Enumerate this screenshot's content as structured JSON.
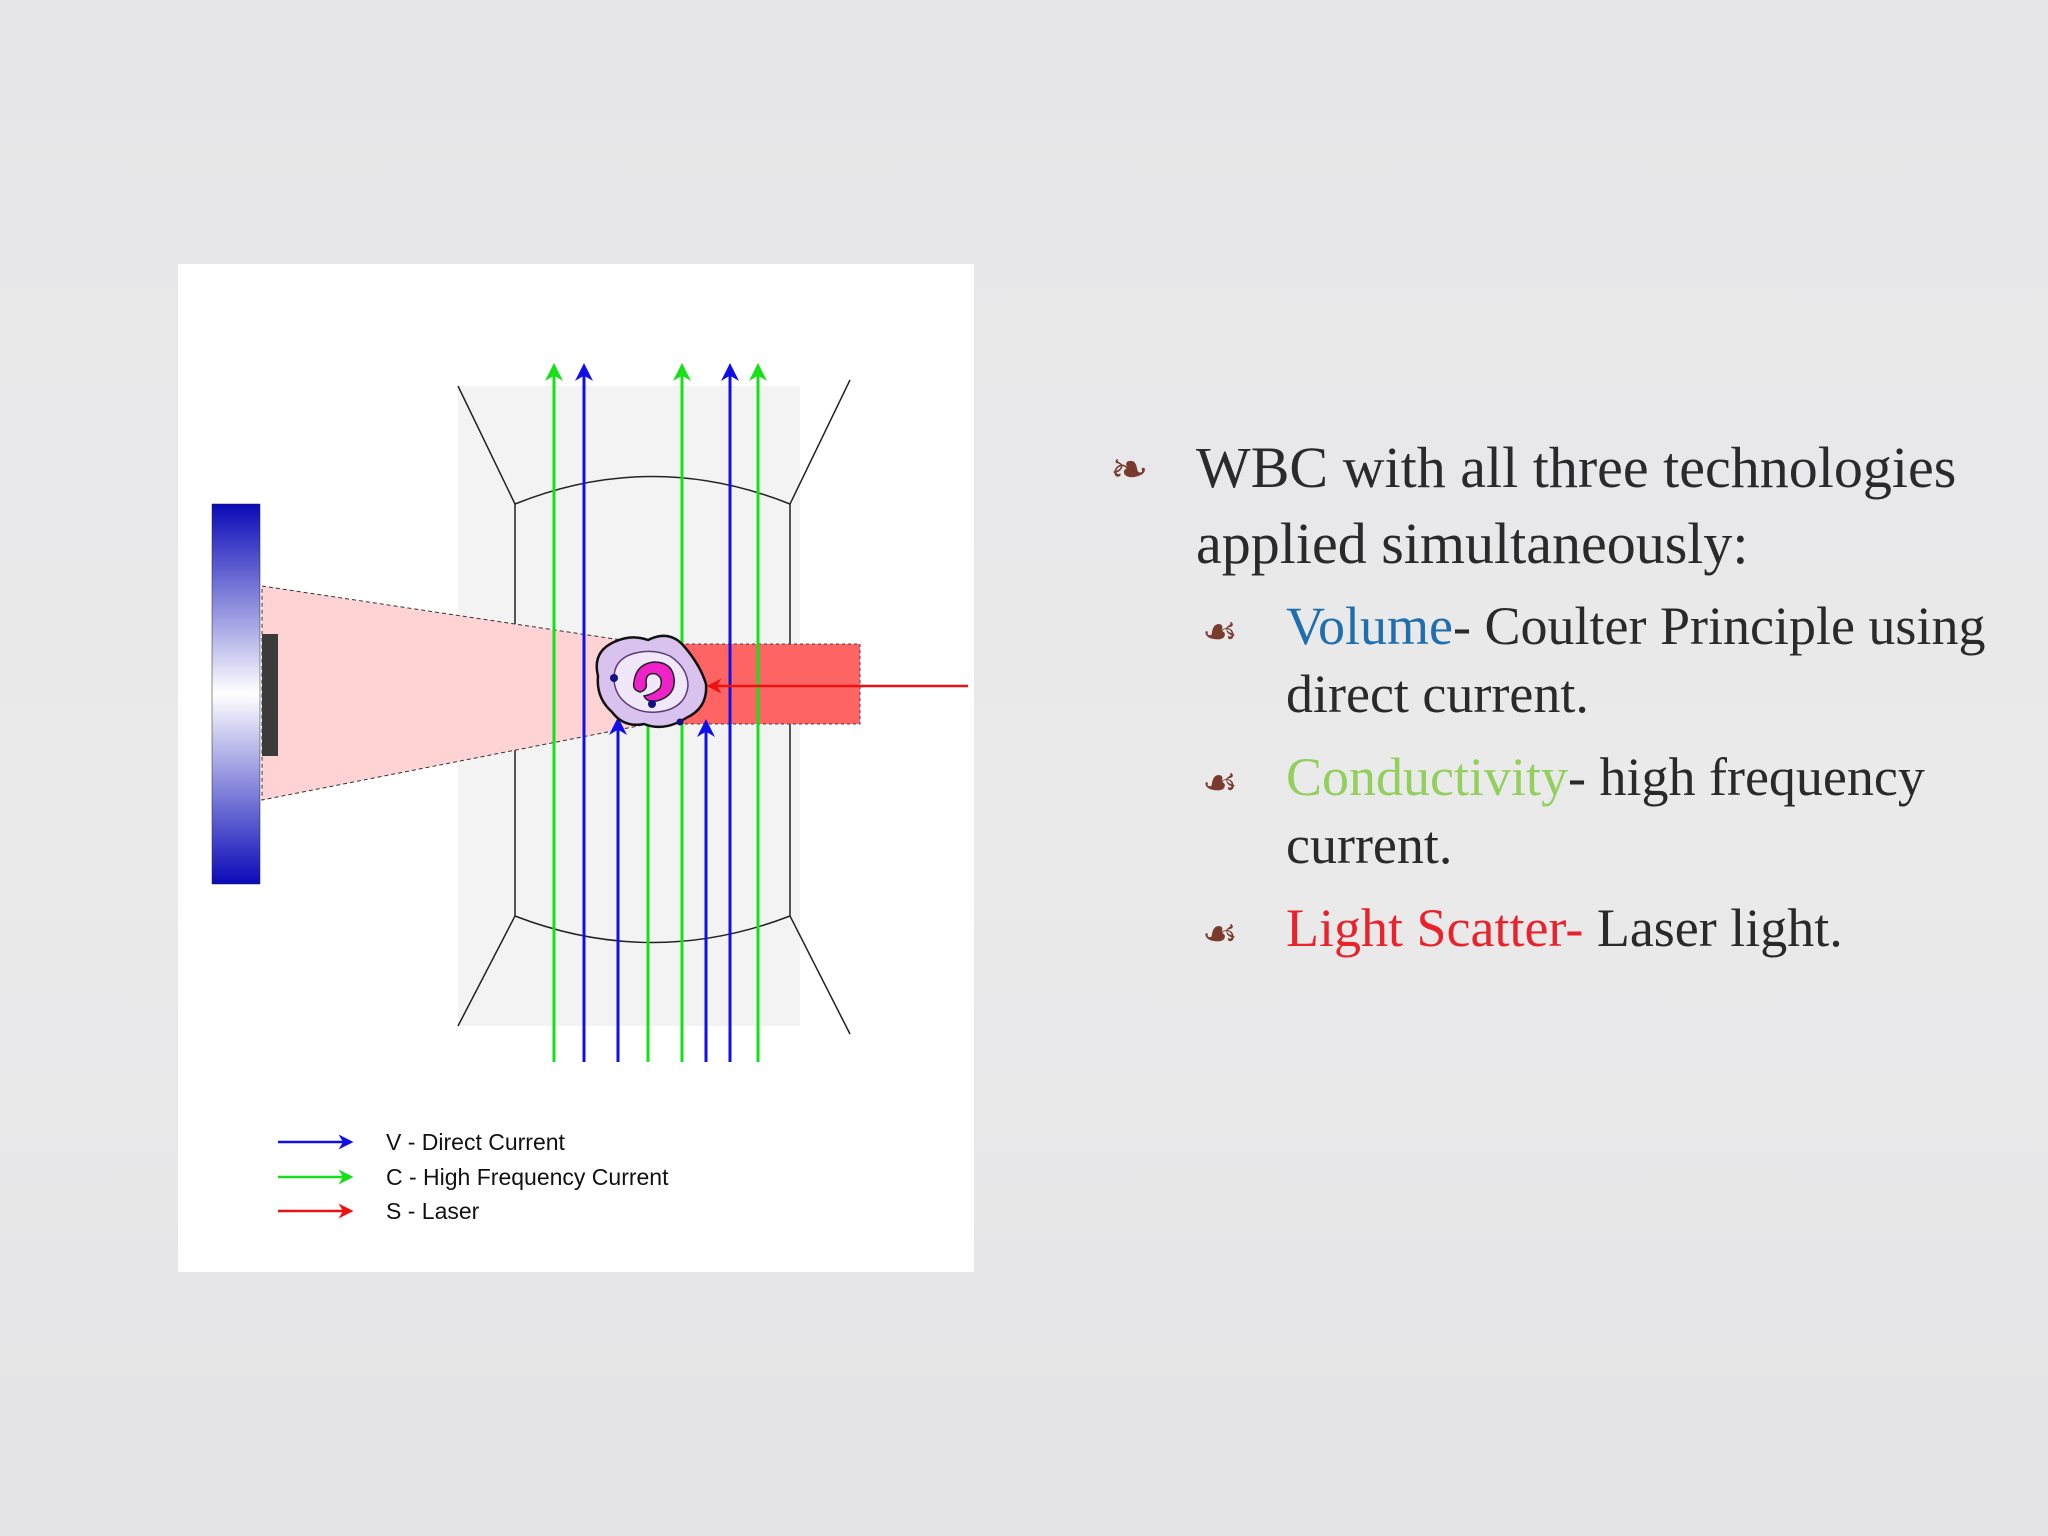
{
  "diagram": {
    "legend": [
      {
        "label": "V - Direct Current",
        "color": "#1010e6"
      },
      {
        "label": "C - High Frequency Current",
        "color": "#16e016"
      },
      {
        "label": "S - Laser",
        "color": "#ee1111"
      }
    ],
    "colors": {
      "dc_current": "#1010e6",
      "hf_current": "#16e016",
      "laser": "#ee1111",
      "laser_beam": "#ff6464",
      "scatter_cone": "#ffd3d3",
      "detector_dark": "#0a0ab8",
      "cell_membrane": "#d9c2ee",
      "nucleus": "#ee22c8"
    }
  },
  "bullets": {
    "main": "WBC with all three technologies applied simultaneously:",
    "items": [
      {
        "term": "Volume",
        "rest": "- Coulter Principle using direct current.",
        "term_color": "#1f6fae"
      },
      {
        "term": "Conductivity",
        "rest": "- high frequency current.",
        "term_color": "#92cf5c"
      },
      {
        "term": "Light Scatter-",
        "rest": " Laser light.",
        "term_color": "#e8232b"
      }
    ],
    "glyphs": {
      "main": "❧",
      "sub": "☙"
    }
  }
}
